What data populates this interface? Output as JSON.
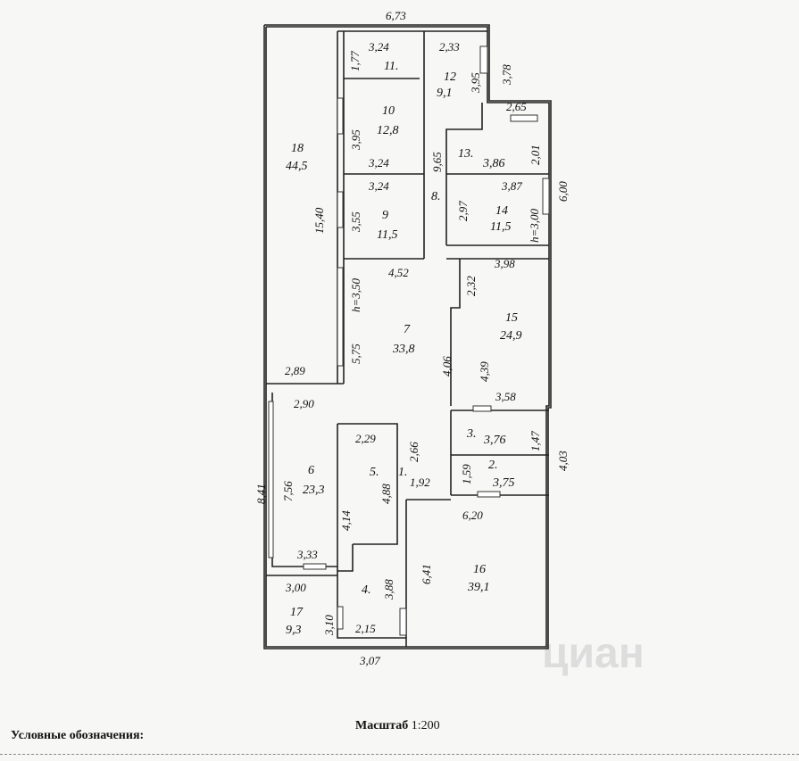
{
  "footer": {
    "legend_title": "Условные обозначения:",
    "scale_label": "Масштаб",
    "scale_value": "1:200"
  },
  "watermark": "циан",
  "rooms": [
    {
      "id": "1",
      "number": "1.",
      "area": ""
    },
    {
      "id": "2",
      "number": "2.",
      "area": "3,75"
    },
    {
      "id": "3",
      "number": "3.",
      "area": "3,76"
    },
    {
      "id": "4",
      "number": "4.",
      "area": ""
    },
    {
      "id": "5",
      "number": "5.",
      "area": ""
    },
    {
      "id": "6",
      "number": "6",
      "area": "23,3"
    },
    {
      "id": "7",
      "number": "7",
      "area": "33,8"
    },
    {
      "id": "8",
      "number": "8.",
      "area": ""
    },
    {
      "id": "9",
      "number": "9",
      "area": "11,5"
    },
    {
      "id": "10",
      "number": "10",
      "area": "12,8"
    },
    {
      "id": "11",
      "number": "11.",
      "area": ""
    },
    {
      "id": "12",
      "number": "12",
      "area": "9,1"
    },
    {
      "id": "13",
      "number": "13.",
      "area": "3,86"
    },
    {
      "id": "14",
      "number": "14",
      "area": "11,5"
    },
    {
      "id": "15",
      "number": "15",
      "area": "24,9"
    },
    {
      "id": "16",
      "number": "16",
      "area": "39,1"
    },
    {
      "id": "17",
      "number": "17",
      "area": "9,3"
    },
    {
      "id": "18",
      "number": "18",
      "area": "44,5"
    }
  ],
  "dimensions": {
    "d673": "6,73",
    "d177": "1,77",
    "d324a": "3,24",
    "d233": "2,33",
    "d378": "3,78",
    "d395a": "3,95",
    "d395b": "3,95",
    "d265": "2,65",
    "d965": "9,65",
    "d201": "2,01",
    "d324b": "3,24",
    "d324c": "3,24",
    "d387": "3,87",
    "d600": "6,00",
    "d1540": "15,40",
    "d355": "3,55",
    "d297": "2,97",
    "h300": "h=3,00",
    "d452": "4,52",
    "d398": "3,98",
    "d232": "2,32",
    "h350": "h=3,50",
    "d575": "5,75",
    "d406": "4,06",
    "d439": "4,39",
    "d289": "2,89",
    "d290": "2,90",
    "d358": "3,58",
    "d147": "1,47",
    "d229": "2,29",
    "d266": "2,66",
    "d403": "4,03",
    "d841": "8,41",
    "d756": "7,56",
    "d488": "4,88",
    "d192": "1,92",
    "d159": "1,59",
    "d620": "6,20",
    "d414": "4,14",
    "d333": "3,33",
    "d641": "6,41",
    "d300": "3,00",
    "d388": "3,88",
    "d310": "3,10",
    "d215": "2,15",
    "d307": "3,07"
  }
}
